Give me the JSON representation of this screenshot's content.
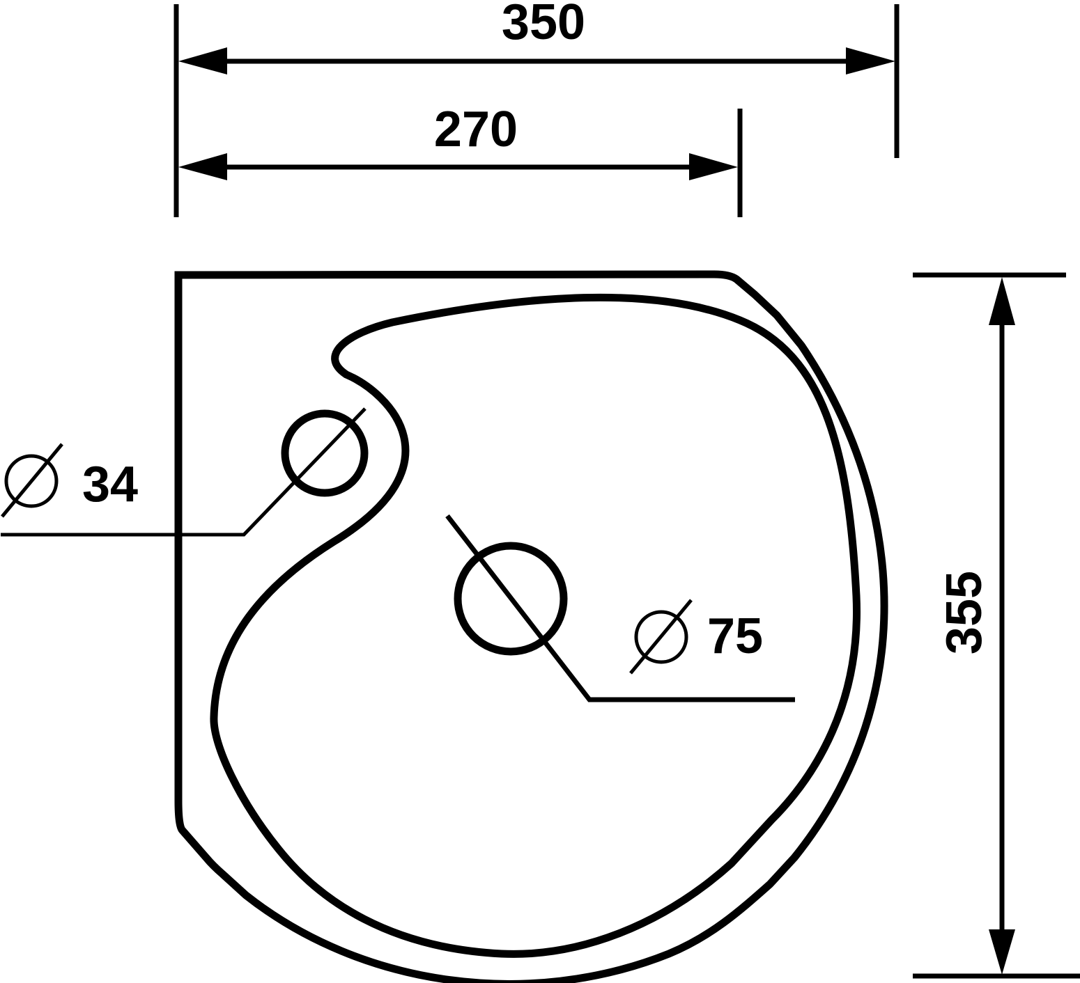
{
  "drawing": {
    "dimensions": {
      "overall_width": "350",
      "inner_width": "270",
      "overall_depth": "355"
    },
    "holes": {
      "small_hole": {
        "symbol": "∅",
        "size": "34"
      },
      "large_hole": {
        "symbol": "∅",
        "size": "75"
      }
    },
    "colors": {
      "line": "#000000",
      "background": "#ffffff"
    }
  }
}
